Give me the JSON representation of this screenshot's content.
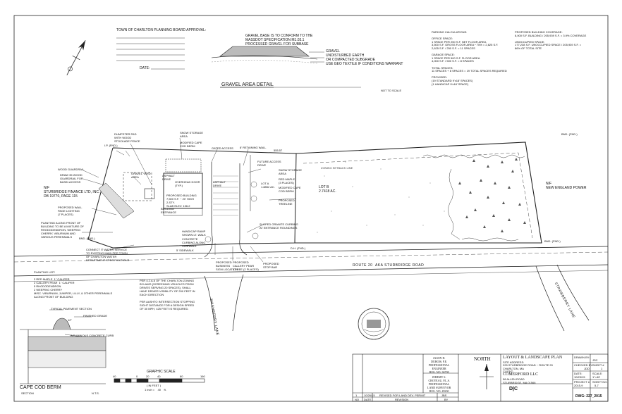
{
  "approval": {
    "title": "TOWN OF CHARLTON PLANNING BOARD APPROVAL:",
    "date_label": "DATE:"
  },
  "gravel_detail": {
    "note": "GRAVEL BASE IS TO CONFORM TO THE\nMASSDOT SPECIFICATION M1.03.1\nPROCESSED GRAVEL FOR SUBBASE",
    "legend": "GRAVEL\nUNDISTURBED EARTH\nOR COMPACTED SUBGRADE\nUSE GEO TEXTILE IF CONDITIONS WARRANT",
    "title": "GRAVEL AREA DETAIL",
    "scale": "NOT TO SCALE"
  },
  "parking": {
    "text": "PARKING CALCULATIONS:\n\nOFFICE SPACE:\n1 SPACE PER 250 S.F. NET FLOOR AREA\n3,500 S.F. GROSS FLOOR AREA * 75% = 2,625 S.F.\n2,625 S.F. / 250 S.F. = 11 SPACES\n\nGARAGE SPACE:\n1 SPACE PER 500 S.F. FLOOR AREA\n4,000 S.F. / 500 S.F. = 8 SPACES\n\nTOTAL SPACES:\n11 SPACES + 8 SPACES = 19 TOTAL SPACES REQUIRED\n\nPROVIDED:\n(19 STANDARD 9'x18' SPACES)\n(1 HANDICAP 9'x18' SPACE)"
  },
  "coverage": {
    "text": "PROPOSED BUILDING COVERAGE:\n8,000 S.F. BUILDING / 205,939 S.F. = 3.9% COVERAGE\n\nUNOCCUPIED SPACE:\n177,238 S.F. UNOCCUPIED SPACE / 205,939 S.F. =\n86% OF TOTAL SITE"
  },
  "plan_labels": {
    "dumpster": "DUMPSTER PAD\nWITH WOOD\nSTOCKADE FENCE",
    "snow_storage": "SNOW STORAGE\nAREA",
    "modified_cape": "MODIFIED CAPE\nCOD BERM",
    "gated_access": "GATED ACCESS",
    "retaining_wall": "8' RETAINING WALL",
    "wood_guardrail": "WOOD GUARDRAIL",
    "swale": "DRAW 35 WOOD\nGUARDRAIL FOR\nBASIN ACCESS",
    "gravel_yard": "GRAVEL YARD\nAREA",
    "asphalt_drive": "ASPHALT\nDRIVE",
    "overhead_door": "OVERHEAD DOOR\n(TYP.)",
    "asphalt_drive2": "ASPHALT\nDRIVE",
    "future_access": "FUTURE ACCESS\nDRIVE",
    "snow_storage2": "SNOW STORAGE\nAREA",
    "red_maple": "RED MAPLE\n(3 PLACES)",
    "modified_cape2": "MODIFIED CAPE\nCOD BERM",
    "lot_a": "LOT A\n1.8852 AC.",
    "lot_b": "LOT B\n2.7418 AC.",
    "proposed_treeline": "PROPOSED\nTREELINE",
    "abutter_w": "N/F\nSTURBRIDGE FINANCE LTD, INC.\nDB 19770, PAGE 115",
    "abutter_e": "N/F\nNEW ENGLAND POWER",
    "proposed_wall": "PROPOSED WALL\nPAGE LIGHTING\n(7 PLACES)",
    "building": "PROPOSED BUILDING\n7,500 S.F. ~ 20' HIGH\n2-STY.\nSLAB ELEV. 136.2",
    "building_entr": "BUILDING\nENTRANCE",
    "handicap": "HANDICAP RAMP\nSHOWN LT. WALK",
    "concrete_curb": "CONCRETE\nCURBING ALONG\nSIDEWALK",
    "sidewalk": "5' SIDEWALK",
    "planting_front": "PLANTING ALONG FRONT OF\nBUILDING TO BE A MIXTURE OF\nRHODODENDRON, WEEPING\nCHERRY, VIBURNUM AND\nVARIOUS PERENNIALS",
    "connect_water": "CONNECT IT WATER SERVICE\nTO EXISTING MAIN PER TOWN\nOF CHARLTON WATER\nDEPARTMENT SPECIFICATIONS",
    "sloped_granite": "SLOPED GRANITE CURBING\nAT ENTRANCE ROUNDINGS",
    "proposed_sign": "PROPOSED\nBUSINESS\nSIGN LOCATION",
    "callery_pear": "PROPOSED\nCALLERY PEAR\n1 TREE (2 PLACES)",
    "stop_bar": "PROPOSED\nSTOP BAR",
    "setback": "ZONING SETBACK LINE",
    "distance_top": "555.57",
    "route": "ROUTE 20  AKA STURBRIDGE ROAD",
    "mashberry_lane": "MASHBERRY LANE",
    "strawberry_lane": "STRAWBERRY LANE",
    "fnd_labels": [
      "I.P. (FND.)",
      "BND. (FND.)",
      "BND. (FND.)",
      "D.H. (FND.)",
      "BND. (FND.)"
    ],
    "sight_note": "PER 4.2.A.6 OF THE CHARLTON ZONING\nBYLAWS (SCREENING VEHICLES FROM\nDRIVES SERVING 20 SPACES), SHALL\nHAVE DRIVER VISIBILITY OF 200 FEET IN\nEACH DIRECTION\n\nPER AASHTO INTERSECTION STOPPING\nSIGHT DISTANCE FOR A DESIGN SPEED\nOF 30 MPH, 425 FEET IS REQUIRED."
  },
  "planting_list": {
    "text": "PLANTING LIST:\n\n3 RED MAPLE  1\" CALIPER\n2 CALLERY PEAR  1\" CALIPER\n5 RHODODENDRON\n2 WEEPING CHERRY\nMISC. VIBURNUM, JUNIPER, LILLY, & OTHER PERENNIALS\nALONG FRONT OF BUILDING"
  },
  "berm": {
    "section": "TYPICAL PAVEMENT SECTION",
    "finished_grade": "FINISHED GRADE",
    "dim": "12\"",
    "bituminous": "BITUMINOUS CONCRETE CURB",
    "title": "CAPE COD BERM",
    "section_label": "SECTION",
    "nts": "N.T.S."
  },
  "graphic_scale": {
    "title": "GRAPHIC SCALE",
    "ticks": [
      "40",
      "0",
      "20",
      "40",
      "80",
      "160"
    ],
    "units": "( IN FEET )",
    "ratio": "1 inch =    40    ft."
  },
  "title_block": {
    "engineer1": "JASON D.\nDUBOIS, P.E.\nPROFESSIONAL\nENGINEER\nREG. NO. 36738",
    "engineer2": "JEREMY S.\nCROTEAU, P.L.S.\nPROFESSIONAL\nLAND SURVEYOR\nREG. NO. 49230",
    "north": "NORTH",
    "plan_title": "LAYOUT & LANDSCAPE PLAN",
    "site_address_label": "SITE ADDRESS:",
    "site_address": "225 STURBRIDGE ROAD ~ ROUTE 20\nCHARLTON, MA",
    "client_label": "CLIENT:",
    "client": "COMERFORD LLC",
    "client_address": "58 ALLEN ROAD\nSTURBRIDGE, MA 01566",
    "drawn_by_label": "DRAWN BY:",
    "drawn_by": "JSC",
    "checked_label": "CHECKED BY:",
    "checked": "JDD",
    "sheet_label": "SHEET #",
    "sheet": "1",
    "date_label": "DATE:",
    "date": "10/23/15",
    "scale_label": "SCALE:",
    "scale": "1\"=40'",
    "project_label": "PROJECT #",
    "project": "2015-9",
    "sheet_no_label": "SHEET NO.",
    "sheet_no": "5-7",
    "revision_no": "1",
    "revision_date": "10/26/15",
    "revision_desc": "REVISED FOR LAND DEV. PERMIT",
    "revision_by": "JBS",
    "rev_headers": [
      "NO",
      "DATE",
      "REVISION",
      "BY"
    ],
    "firm_logo": "D|C",
    "drawing_no": "DWG: 227_2015"
  },
  "colors": {
    "ink": "#111111",
    "paper": "#ffffff",
    "hatch": "#555555"
  }
}
